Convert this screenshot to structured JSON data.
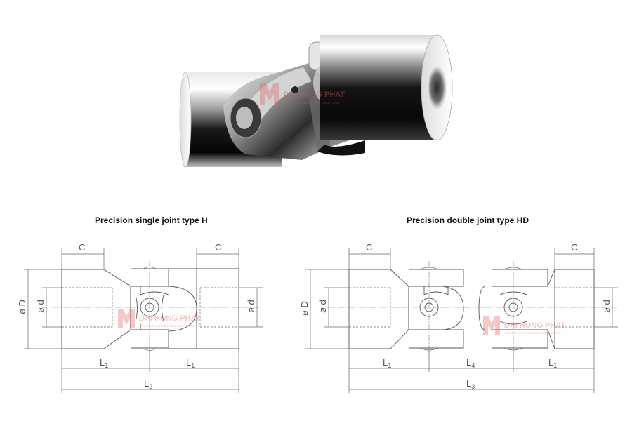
{
  "titles": {
    "single": "Precision single joint type H",
    "double": "Precision double joint type HD"
  },
  "watermark": {
    "brand": "DAI HONG PHAT",
    "tagline": "POWER TRANSMISSION SOLUTIONS",
    "color": "#e06060"
  },
  "labels": {
    "C": "C",
    "phi_D": "ø D",
    "phi_d": "ø d",
    "L": "L",
    "sub1": "1",
    "sub2": "2",
    "sub3": "3",
    "sub4": "4"
  },
  "colors": {
    "line": "#555555",
    "metal_dark": "#0d0d0d",
    "metal_light": "#f2f2f2"
  }
}
